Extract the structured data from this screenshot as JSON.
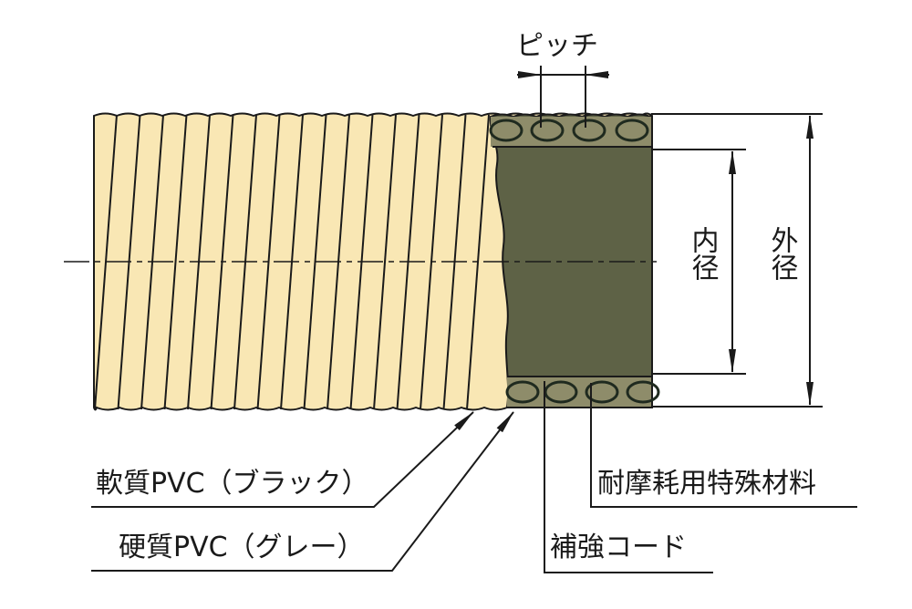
{
  "labels": {
    "pitch": "ピッチ",
    "inner_diameter": "内径",
    "outer_diameter": "外径",
    "soft_pvc": "軟質PVC（ブラック）",
    "hard_pvc": "硬質PVC（グレー）",
    "wear_material": "耐摩耗用特殊材料",
    "reinforcement_cord": "補強コード"
  },
  "colors": {
    "hose_outer": "#f9e7b4",
    "section_core": "#5e6246",
    "section_band": "#8e8c6a",
    "line": "#1a1a1a"
  }
}
